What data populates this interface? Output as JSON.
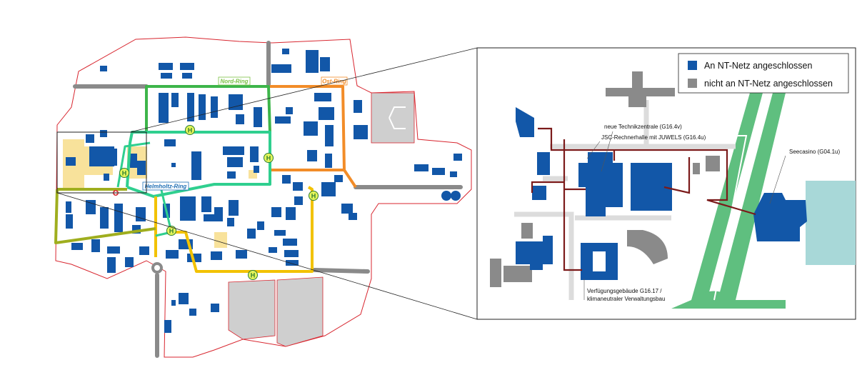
{
  "overview_map": {
    "rings": [
      {
        "label": "Nord-Ring",
        "color": "#7ac143"
      },
      {
        "label": "Ost-Ring",
        "color": "#f28c28"
      },
      {
        "label": "Helmholtz-Ring",
        "color": "#1f6fb5"
      }
    ],
    "bus_stop_symbol": "H"
  },
  "detail_map": {
    "legend": [
      {
        "label": "An NT-Netz angeschlossen",
        "color": "#1257a8"
      },
      {
        "label": "nicht an NT-Netz angeschlossen",
        "color": "#8a8a8a"
      }
    ],
    "annotations": {
      "technikzentrale": "neue Technikzentrale (G16.4v)",
      "rechnerhalle": "JSC-Rechnerhalle mit JUWELS (G16.4u)",
      "seecasino": "Seecasino (G04.1u)",
      "verfuegung_line1": "Verfügungsgebäude G16.17 /",
      "verfuegung_line2": "klimaneutraler Verwaltungsbau"
    }
  },
  "colors": {
    "building_connected": "#1257a8",
    "building_other": "#8a8a8a",
    "nt_network": "#7b1a1a",
    "ring_green": "#3db54a",
    "ring_teal": "#2fcf8f",
    "ring_yellow": "#f2c200",
    "ring_olive": "#9fae1e",
    "ring_orange": "#f28c28",
    "campus_border": "#d8262f",
    "water": "#a8d8d8",
    "grass": "#5fbf7f"
  }
}
